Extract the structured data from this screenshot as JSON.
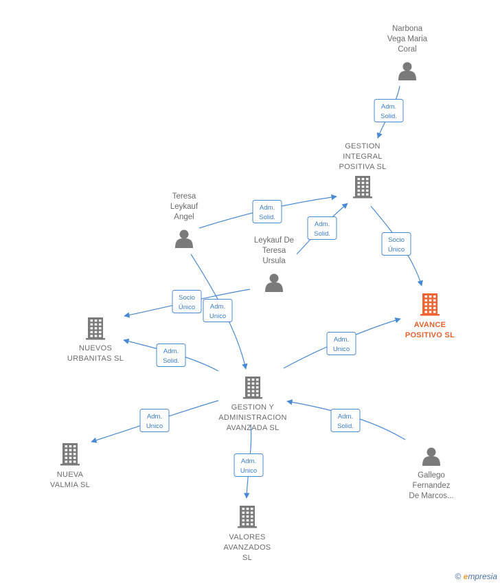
{
  "colors": {
    "edge": "#4a8ad4",
    "node": "#7a7a7a",
    "main": "#ee6533",
    "text": "#6b6b6b"
  },
  "persons": [
    {
      "id": "narbona",
      "lines": [
        "Narbona",
        "Vega Maria",
        "Coral"
      ]
    },
    {
      "id": "teresa",
      "lines": [
        "Teresa",
        "Leykauf",
        "Angel"
      ]
    },
    {
      "id": "leykauf",
      "lines": [
        "Leykauf De",
        "Teresa",
        "Ursula"
      ]
    },
    {
      "id": "gallego",
      "lines": [
        "Gallego",
        "Fernandez",
        "De Marcos..."
      ]
    }
  ],
  "companies": [
    {
      "id": "gestion_integral",
      "lines": [
        "GESTION",
        "INTEGRAL",
        "POSITIVA  SL"
      ],
      "main": false
    },
    {
      "id": "avance",
      "lines": [
        "AVANCE",
        "POSITIVO  SL"
      ],
      "main": true
    },
    {
      "id": "nuevos",
      "lines": [
        "NUEVOS",
        "URBANITAS  SL"
      ],
      "main": false
    },
    {
      "id": "gestion_admin",
      "lines": [
        "GESTION Y",
        "ADMINISTRACION",
        "AVANZADA  SL"
      ],
      "main": false
    },
    {
      "id": "nueva",
      "lines": [
        "NUEVA",
        "VALMIA  SL"
      ],
      "main": false
    },
    {
      "id": "valores",
      "lines": [
        "VALORES",
        "AVANZADOS",
        "SL"
      ],
      "main": false
    }
  ],
  "relations": [
    {
      "id": "r1",
      "lines": [
        "Adm.",
        "Solid."
      ]
    },
    {
      "id": "r2",
      "lines": [
        "Adm.",
        "Solid."
      ]
    },
    {
      "id": "r3",
      "lines": [
        "Adm.",
        "Solid."
      ]
    },
    {
      "id": "r4",
      "lines": [
        "Socio",
        "Único"
      ]
    },
    {
      "id": "r5",
      "lines": [
        "Socio",
        "Único"
      ]
    },
    {
      "id": "r6",
      "lines": [
        "Adm.",
        "Unico"
      ]
    },
    {
      "id": "r7",
      "lines": [
        "Adm.",
        "Solid."
      ]
    },
    {
      "id": "r8",
      "lines": [
        "Adm.",
        "Unico"
      ]
    },
    {
      "id": "r9",
      "lines": [
        "Adm.",
        "Unico"
      ]
    },
    {
      "id": "r10",
      "lines": [
        "Adm.",
        "Unico"
      ]
    },
    {
      "id": "r11",
      "lines": [
        "Adm.",
        "Solid."
      ]
    }
  ],
  "footer": {
    "copyright": "©",
    "brand_e": "e",
    "brand_rest": "mpresia"
  }
}
